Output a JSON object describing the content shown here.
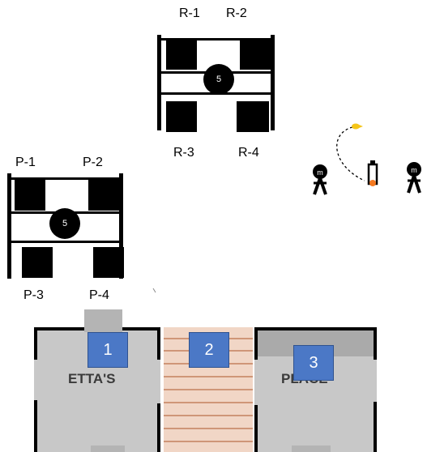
{
  "seating_r": {
    "top_labels": [
      "R-1",
      "R-2"
    ],
    "bottom_labels": [
      "R-3",
      "R-4"
    ],
    "center_number": "5"
  },
  "seating_p": {
    "top_labels": [
      "P-1",
      "P-2"
    ],
    "bottom_labels": [
      "P-3",
      "P-4"
    ],
    "center_number": "5"
  },
  "figures": {
    "left_head_text": "m",
    "right_head_text": "m"
  },
  "rooms": {
    "box_1": "1",
    "box_2": "2",
    "box_3": "3",
    "left_room_text": "ETTA'S",
    "right_room_text": "PLACE"
  },
  "colors": {
    "room_fill": "#c8c8c8",
    "corridor_fill": "#f1d6c6",
    "corridor_stripe": "#c98b6a",
    "box_blue": "#4b78c6",
    "flame_yellow": "#f5c518",
    "bottle_orange": "#f47920",
    "ink": "#000000"
  },
  "icons": [
    "juggler-figure-icon",
    "bottle-icon",
    "flame-icon"
  ]
}
